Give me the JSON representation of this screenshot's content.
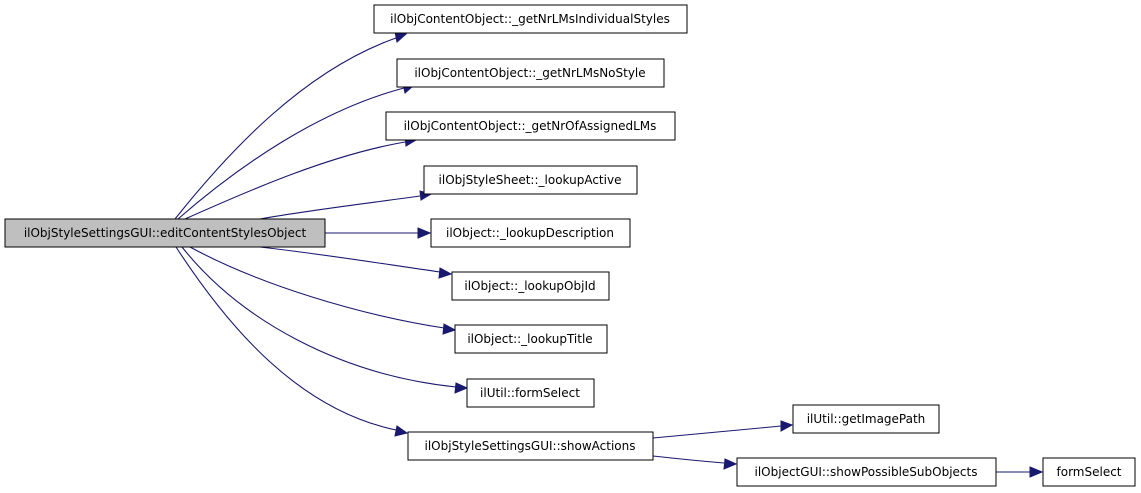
{
  "diagram": {
    "type": "call-graph",
    "root": "ilObjStyleSettingsGUI::editContentStylesObject",
    "nodes": [
      {
        "id": "n0",
        "label": "ilObjStyleSettingsGUI::editContentStylesObject",
        "root": true
      },
      {
        "id": "n1",
        "label": "ilObjContentObject::_getNrLMsIndividualStyles"
      },
      {
        "id": "n2",
        "label": "ilObjContentObject::_getNrLMsNoStyle"
      },
      {
        "id": "n3",
        "label": "ilObjContentObject::_getNrOfAssignedLMs"
      },
      {
        "id": "n4",
        "label": "ilObjStyleSheet::_lookupActive"
      },
      {
        "id": "n5",
        "label": "ilObject::_lookupDescription"
      },
      {
        "id": "n6",
        "label": "ilObject::_lookupObjId"
      },
      {
        "id": "n7",
        "label": "ilObject::_lookupTitle"
      },
      {
        "id": "n8",
        "label": "ilUtil::formSelect"
      },
      {
        "id": "n9",
        "label": "ilObjStyleSettingsGUI::showActions"
      },
      {
        "id": "n10",
        "label": "ilUtil::getImagePath"
      },
      {
        "id": "n11",
        "label": "ilObjectGUI::showPossibleSubObjects"
      },
      {
        "id": "n12",
        "label": "formSelect"
      }
    ],
    "edges": [
      {
        "from": "n0",
        "to": "n1"
      },
      {
        "from": "n0",
        "to": "n2"
      },
      {
        "from": "n0",
        "to": "n3"
      },
      {
        "from": "n0",
        "to": "n4"
      },
      {
        "from": "n0",
        "to": "n5"
      },
      {
        "from": "n0",
        "to": "n6"
      },
      {
        "from": "n0",
        "to": "n7"
      },
      {
        "from": "n0",
        "to": "n8"
      },
      {
        "from": "n0",
        "to": "n9"
      },
      {
        "from": "n9",
        "to": "n10"
      },
      {
        "from": "n9",
        "to": "n11"
      },
      {
        "from": "n11",
        "to": "n12"
      }
    ],
    "colors": {
      "edge": "#191970",
      "root_fill": "#bfbfbf",
      "node_fill": "#ffffff",
      "border": "#000000"
    }
  }
}
